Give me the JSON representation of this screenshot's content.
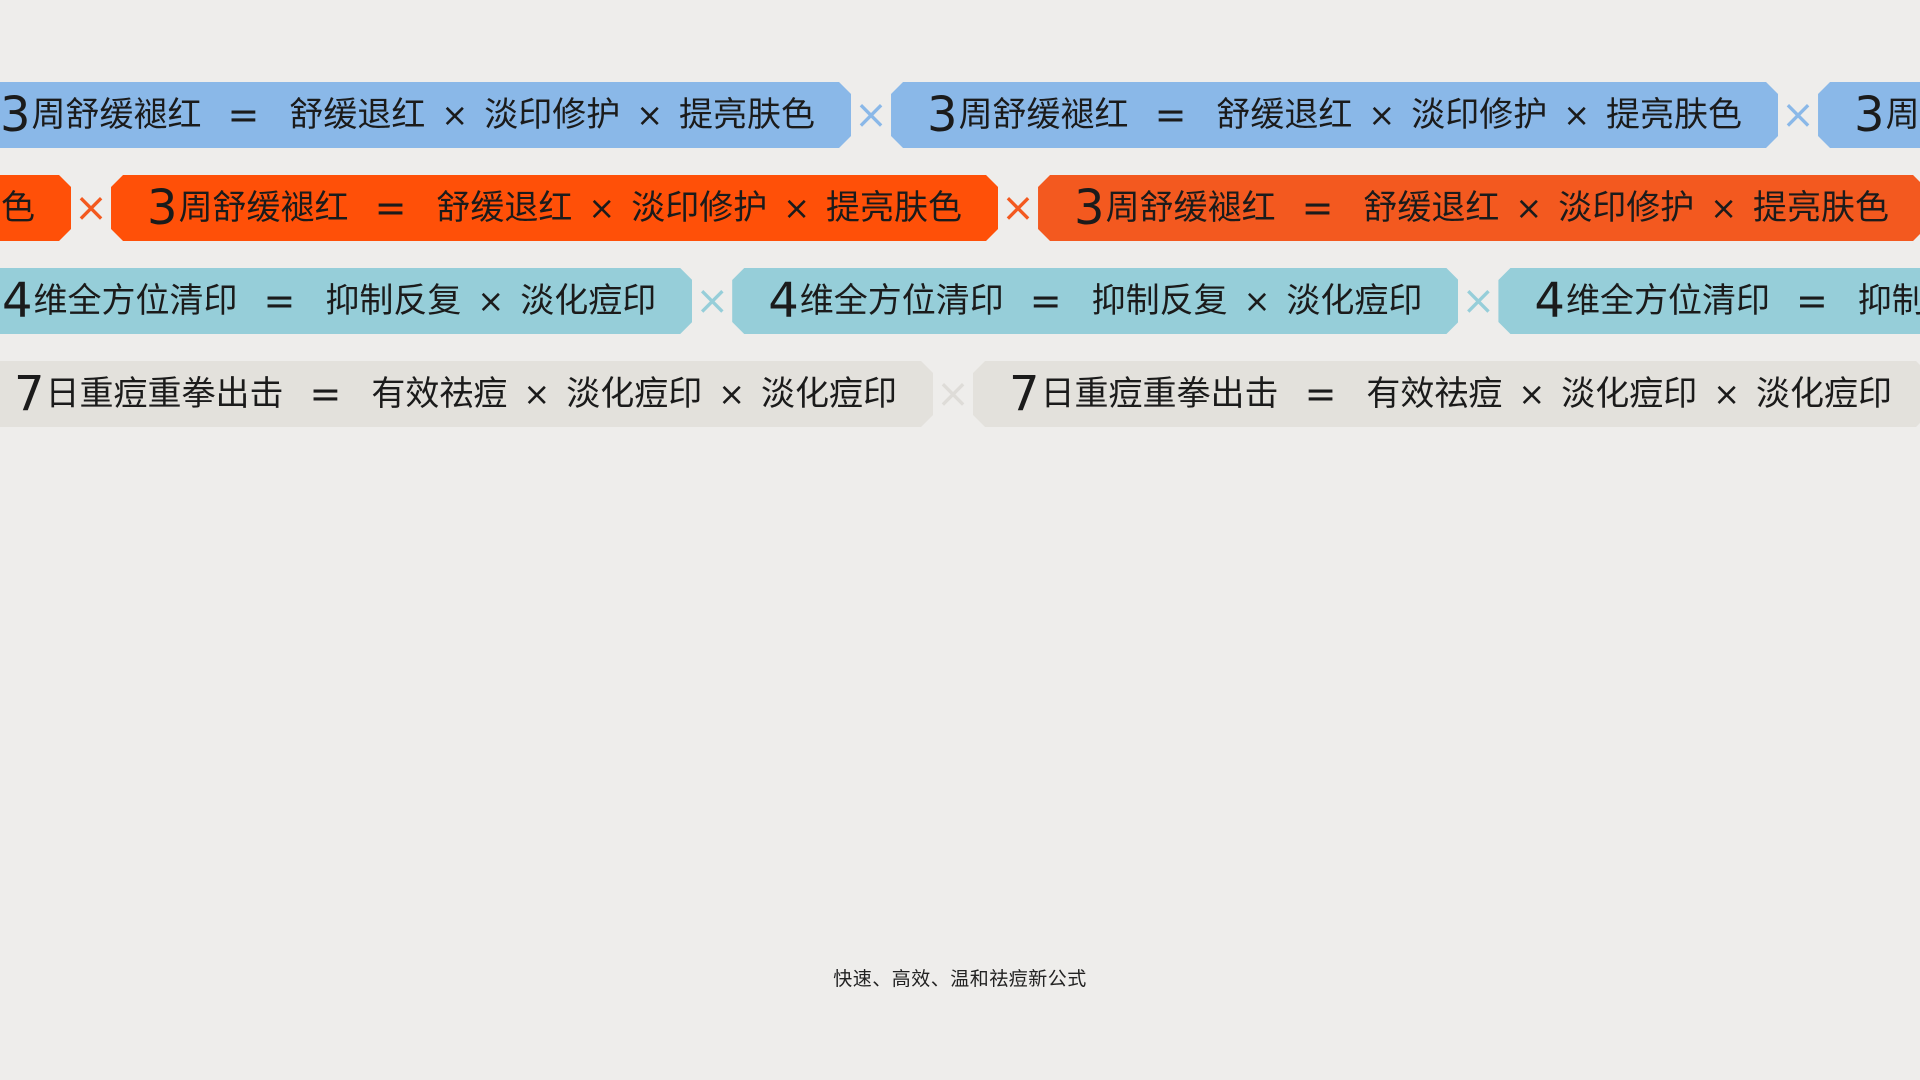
{
  "colors": {
    "background": "#eeedeb",
    "row1": "#8ab8e8",
    "row1_sep": "#8ab8e8",
    "row2a": "#ff5008",
    "row2b": "#f3591f",
    "row2_sep": "#f3591f",
    "row3": "#96ced9",
    "row3_sep": "#96ced9",
    "row4": "#e3e1dc",
    "row4_sep": "#dedcd8"
  },
  "rows": {
    "row1": {
      "number": "3",
      "title": "周舒缓褪红",
      "equals": "=",
      "terms": [
        "舒缓退红",
        "淡印修护",
        "提亮肤色"
      ],
      "operator": "×",
      "separator": "×"
    },
    "row2": {
      "number": "3",
      "title": "周舒缓褪红",
      "equals": "=",
      "terms": [
        "舒缓退红",
        "淡印修护",
        "提亮肤色"
      ],
      "operator": "×",
      "separator": "×"
    },
    "row3": {
      "number": "4",
      "title": "维全方位清印",
      "equals": "=",
      "terms": [
        "抑制反复",
        "淡化痘印"
      ],
      "operator": "×",
      "separator": "×"
    },
    "row4": {
      "number": "7",
      "title": "日重痘重拳出击",
      "equals": "=",
      "terms": [
        "有效祛痘",
        "淡化痘印",
        "淡化痘印"
      ],
      "operator": "×",
      "separator": "×"
    }
  },
  "caption": "快速、高效、温和祛痘新公式"
}
